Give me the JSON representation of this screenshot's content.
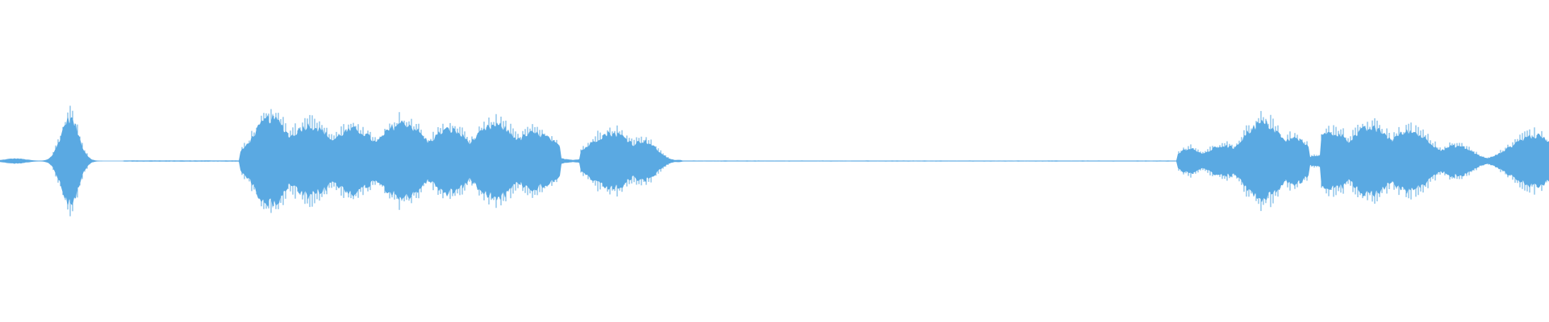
{
  "waveform": {
    "color": "#5aa9e2",
    "background": "#ffffff",
    "description_segments": [
      {
        "start": 0.0,
        "end": 0.075,
        "kind": "short-burst",
        "peak": 0.62
      },
      {
        "start": 0.155,
        "end": 0.435,
        "kind": "voiced",
        "peak": 0.63
      },
      {
        "start": 0.76,
        "end": 1.0,
        "kind": "voiced",
        "peak": 0.65
      }
    ]
  }
}
